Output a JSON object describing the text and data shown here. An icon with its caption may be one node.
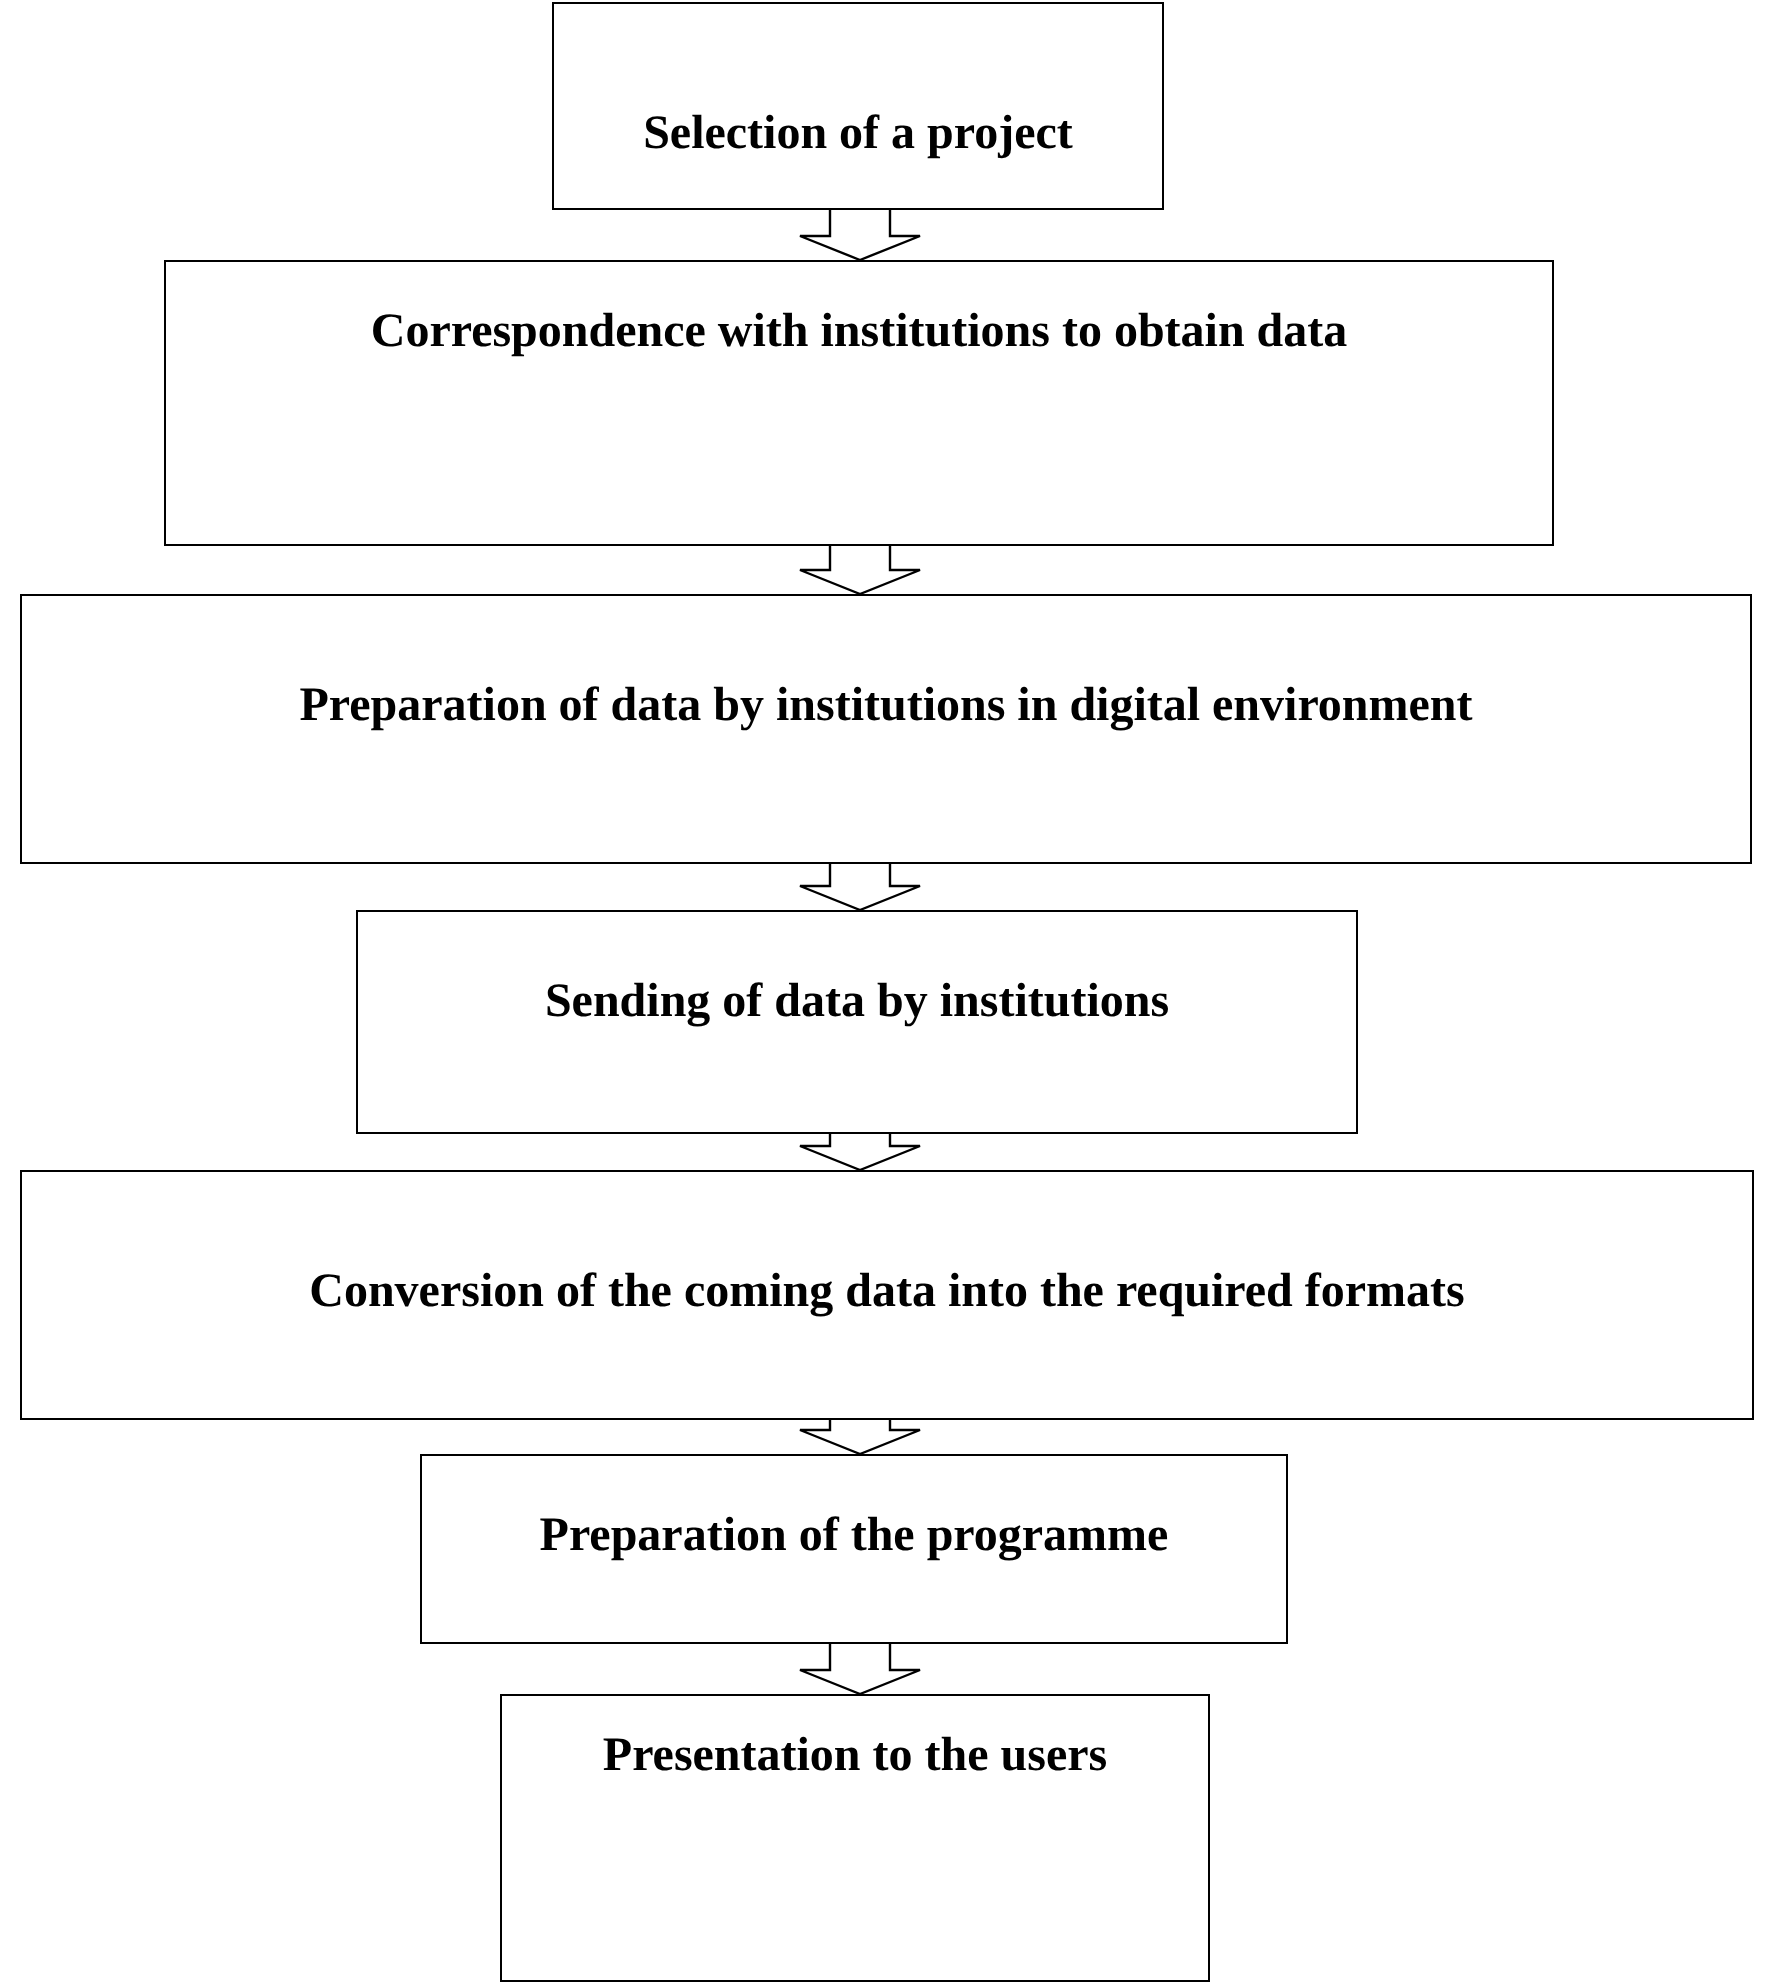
{
  "diagram": {
    "nodes": [
      {
        "text": [
          "Selection of a project"
        ]
      },
      {
        "text": [
          "Correspondence with institutions to obtain data"
        ]
      },
      {
        "text": [
          "Preparation of data by institutions in digital environment"
        ]
      },
      {
        "text": [
          "Sending of data by institutions"
        ]
      },
      {
        "text": [
          "Conversion of the coming data into the required formats"
        ]
      },
      {
        "text": [
          "Preparation of the programme"
        ]
      },
      {
        "text": [
          "Presentation to the users"
        ]
      }
    ],
    "edges": [
      {
        "from": 0,
        "to": 1,
        "arrow": "to"
      },
      {
        "from": 1,
        "to": 2,
        "arrow": "to"
      },
      {
        "from": 2,
        "to": 3,
        "arrow": "to"
      },
      {
        "from": 3,
        "to": 4,
        "arrow": "to"
      },
      {
        "from": 4,
        "to": 5,
        "arrow": "to"
      },
      {
        "from": 5,
        "to": 6,
        "arrow": "to"
      }
    ]
  }
}
